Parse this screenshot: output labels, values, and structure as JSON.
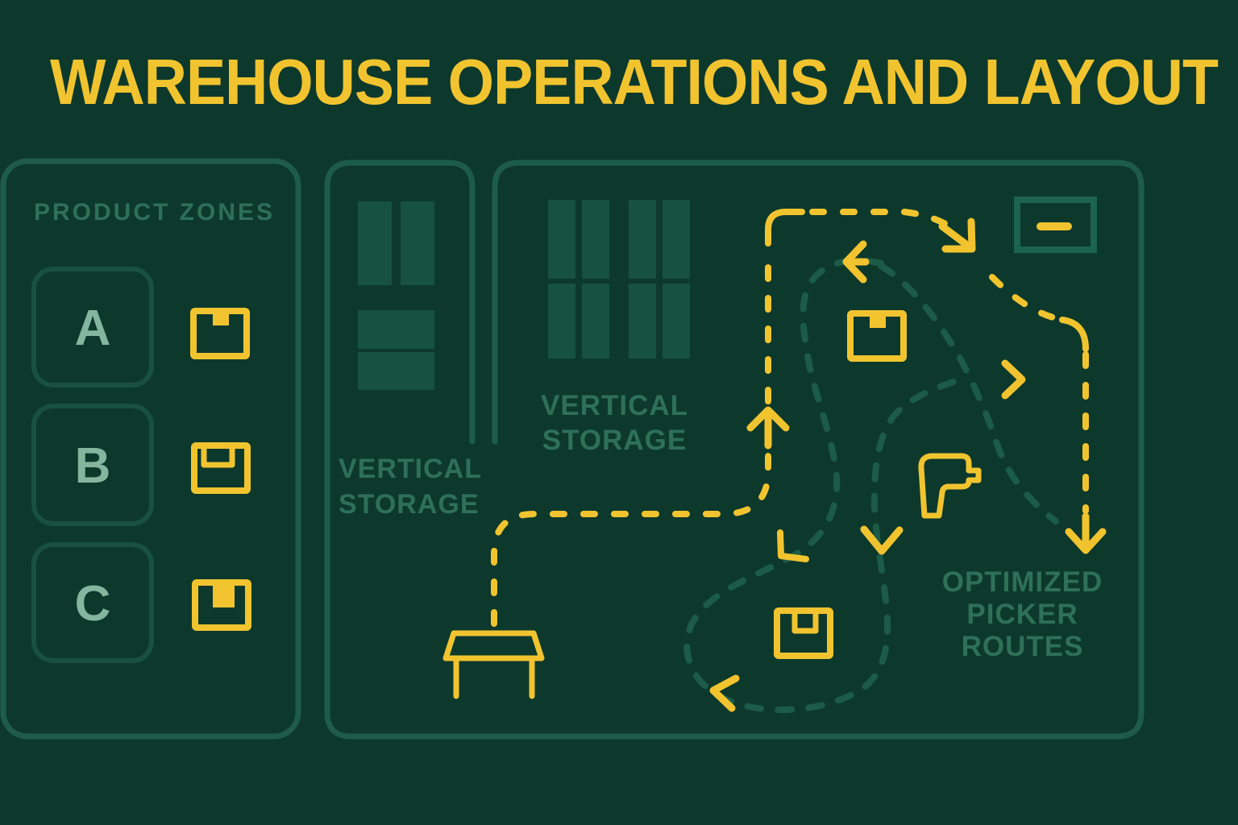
{
  "title": "WAREHOUSE OPERATIONS AND LAYOUT",
  "theme": {
    "background": "#0d392c",
    "panel_border": "#1e5c49",
    "zone_border": "#18513f",
    "shelf_fill": "#16523f",
    "label_dim": "#2e7058",
    "zone_letter": "#84b59f",
    "accent_yellow": "#f1c42f",
    "teal_route": "#1c5b47",
    "outbound_box_border": "#1d6450"
  },
  "left_panel": {
    "heading": "PRODUCT ZONES",
    "zones": [
      {
        "label": "A",
        "icon": "package-icon"
      },
      {
        "label": "B",
        "icon": "package-icon"
      },
      {
        "label": "C",
        "icon": "package-icon"
      }
    ]
  },
  "middle_panel": {
    "label": "VERTICAL STORAGE"
  },
  "right_panel": {
    "storage_label": "VERTICAL STORAGE",
    "routes_label": "OPTIMIZED PICKER ROUTES"
  },
  "icons": {
    "packing_table": "table-icon",
    "scanner": "barcode-scanner-icon",
    "outbound_slot": "outbound-box-icon",
    "storage_boxes": "package-icon",
    "yellow_route": "optimized-route-dashed-arrows",
    "teal_route": "alternate-route-dashed"
  }
}
